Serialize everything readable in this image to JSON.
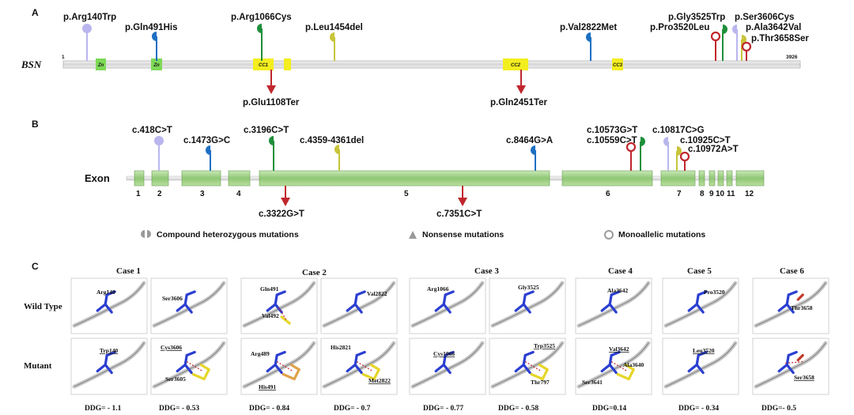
{
  "panels": {
    "a": "A",
    "b": "B",
    "c": "C"
  },
  "protein": {
    "name": "BSN",
    "start": "1",
    "end": "3926",
    "domains": [
      "Zn",
      "Zn",
      "CC1",
      "CC2",
      "CC3"
    ],
    "mutations": [
      "p.Arg140Trp",
      "p.Gln491His",
      "p.Arg1066Cys",
      "p.Leu1454del",
      "p.Val2822Met",
      "p.Gly3525Trp",
      "p.Pro3520Leu",
      "p.Ser3606Cys",
      "p.Ala3642Val",
      "p.Thr3658Ser"
    ],
    "nonsense": [
      "p.Glu1108Ter",
      "p.Gln2451Ter"
    ]
  },
  "gene": {
    "label": "Exon",
    "exons": [
      "1",
      "2",
      "3",
      "4",
      "5",
      "6",
      "7",
      "8",
      "9",
      "10",
      "11",
      "12"
    ],
    "mutations": [
      "c.418C>T",
      "c.1473G>C",
      "c.3196C>T",
      "c.4359-4361del",
      "c.8464G>A",
      "c.10573G>T",
      "c.10559C>T",
      "c.10817C>G",
      "c.10925C>T",
      "c.10972A>T"
    ],
    "nonsense": [
      "c.3322G>T",
      "c.7351C>T"
    ]
  },
  "legend": {
    "compound": "Compound heterozygous mutations",
    "nonsense": "Nonsense mutations",
    "monoallelic": "Monoallelic mutations"
  },
  "structures": {
    "row_labels": [
      "Wild Type",
      "Mutant"
    ],
    "cases": [
      "Case 1",
      "Case 2",
      "Case 3",
      "Case 4",
      "Case 5",
      "Case 6"
    ],
    "wild": [
      [
        "Arg140"
      ],
      [
        "Ser3606"
      ],
      [
        "Gln491",
        "Val492"
      ],
      [
        "Val2822"
      ],
      [
        "Arg1066"
      ],
      [
        "Gly3525"
      ],
      [
        "Ala3642"
      ],
      [
        "Pro3520"
      ],
      [
        "Thr3658"
      ]
    ],
    "mutant": [
      [
        "Trp140"
      ],
      [
        "Cys3606",
        "Ser3605"
      ],
      [
        "Arg489",
        "His491"
      ],
      [
        "His2821",
        "Met2822"
      ],
      [
        "Cys1066"
      ],
      [
        "Trp3525",
        "Thr797"
      ],
      [
        "Val3642",
        "Ala3640",
        "Ser3641"
      ],
      [
        "Leu3520"
      ],
      [
        "Ser3658"
      ]
    ],
    "ddg": [
      "DDG= - 1.1",
      "DDG= - 0.53",
      "DDG= - 0.84",
      "DDG= - 0.7",
      "DDG= - 0.77",
      "DDG= - 0.58",
      "DDG=0.14",
      "DDG= - 0.34",
      "DDG=- 0.5"
    ]
  },
  "colors": {
    "lavender": "#b9b6ee",
    "blue": "#1d6fc2",
    "green": "#1e8f3a",
    "olive": "#c8c43a",
    "red": "#c0262d",
    "domain_green": "#7ed957",
    "domain_yellow": "#f3ee1f",
    "exon": "#9fd08a",
    "stick_blue": "#2b3fd0",
    "stick_yellow": "#e6d52a",
    "stick_orange": "#e0a24a"
  }
}
